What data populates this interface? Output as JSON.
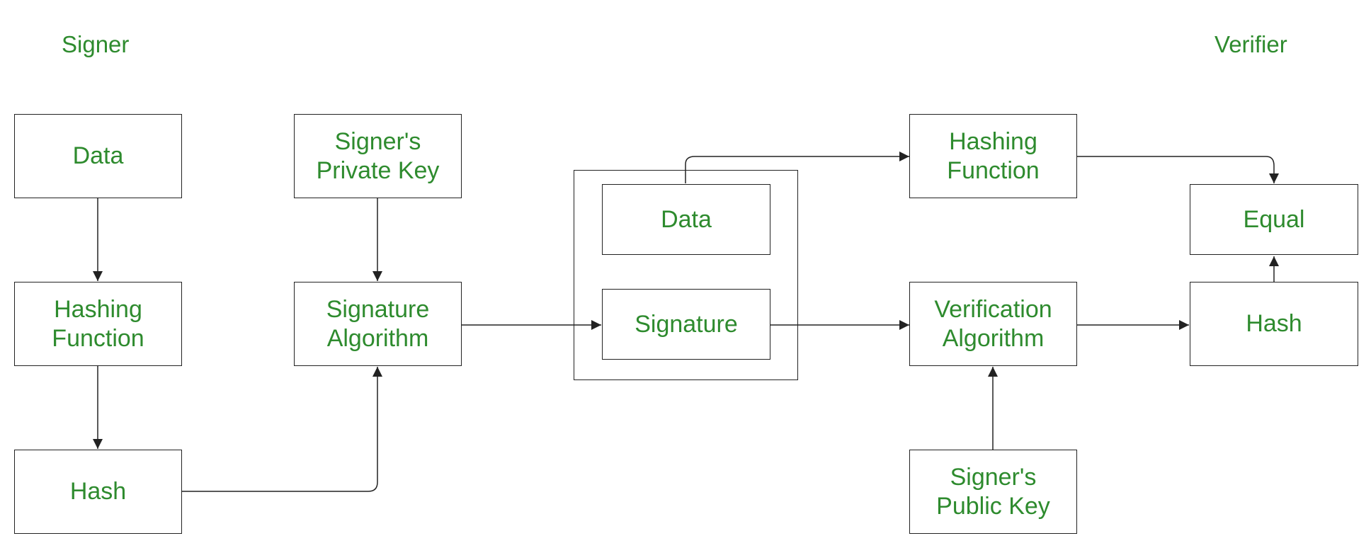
{
  "headings": {
    "signer": "Signer",
    "verifier": "Verifier"
  },
  "nodes": {
    "data": "Data",
    "hashing_function_signer": "Hashing\nFunction",
    "hash_signer": "Hash",
    "signer_private_key": "Signer's\nPrivate Key",
    "signature_algorithm": "Signature\nAlgorithm",
    "data_bundle": "Data",
    "signature_bundle": "Signature",
    "hashing_function_verifier": "Hashing\nFunction",
    "verification_algorithm": "Verification\nAlgorithm",
    "signer_public_key": "Signer's\nPublic Key",
    "equal": "Equal",
    "hash_verifier": "Hash"
  },
  "colors": {
    "text": "#2e8b2e",
    "border": "#222222",
    "edge": "#222222",
    "background": "#ffffff"
  }
}
